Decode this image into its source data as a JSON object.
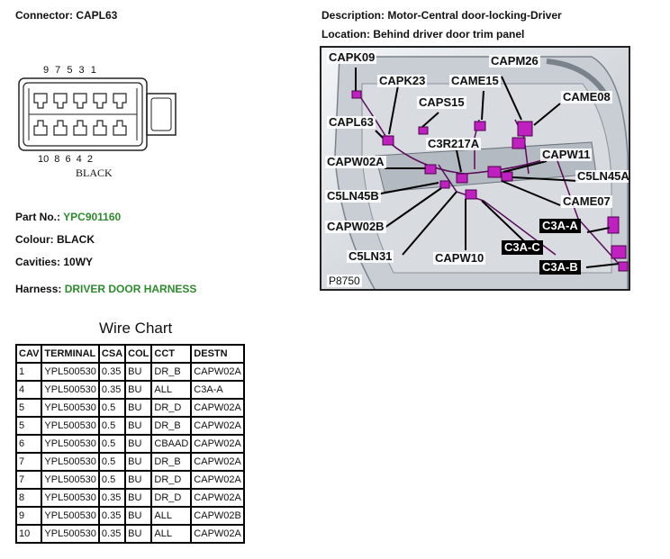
{
  "header": {
    "connector": "Connector: CAPL63",
    "description": "Description: Motor-Central door-locking-Driver",
    "location": "Location: Behind driver door trim panel"
  },
  "pinout": {
    "top_numbers": "9  7  5 3  1",
    "bottom_numbers": "10  8 6   4   2",
    "color_label": "BLACK"
  },
  "details": {
    "part_no_label": "Part No.:",
    "part_no_value": "YPC901160",
    "colour": "Colour: BLACK",
    "cavities": "Cavities: 10WY",
    "harness_label": "Harness:",
    "harness_value": "DRIVER DOOR HARNESS",
    "accent_green": "#2e8b2e"
  },
  "wire_chart": {
    "title": "Wire Chart",
    "columns": [
      "CAV",
      "TERMINAL",
      "CSA",
      "COL",
      "CCT",
      "DESTN"
    ],
    "rows": [
      [
        "1",
        "YPL500530",
        "0.35",
        "BU",
        "DR_B",
        "CAPW02A"
      ],
      [
        "4",
        "YPL500530",
        "0.35",
        "BU",
        "ALL",
        "C3A-A"
      ],
      [
        "5",
        "YPL500530",
        "0.5",
        "BU",
        "DR_D",
        "CAPW02A"
      ],
      [
        "5",
        "YPL500530",
        "0.5",
        "BU",
        "DR_B",
        "CAPW02A"
      ],
      [
        "6",
        "YPL500530",
        "0.5",
        "BU",
        "CBAAD",
        "CAPW02A"
      ],
      [
        "7",
        "YPL500530",
        "0.5",
        "BU",
        "DR_B",
        "CAPW02A"
      ],
      [
        "7",
        "YPL500530",
        "0.5",
        "BU",
        "DR_D",
        "CAPW02A"
      ],
      [
        "8",
        "YPL500530",
        "0.35",
        "BU",
        "DR_D",
        "CAPW02A"
      ],
      [
        "9",
        "YPL500530",
        "0.35",
        "BU",
        "ALL",
        "CAPW02B"
      ],
      [
        "10",
        "YPL500530",
        "0.35",
        "BU",
        "ALL",
        "CAPW02A"
      ]
    ]
  },
  "location_photo": {
    "ref": "P8750",
    "labels": {
      "capk09": "CAPK09",
      "capm26": "CAPM26",
      "capk23": "CAPK23",
      "came15": "CAME15",
      "came08": "CAME08",
      "caps15": "CAPS15",
      "capl63": "CAPL63",
      "c3r217a": "C3R217A",
      "capw11": "CAPW11",
      "capw02a": "CAPW02A",
      "c5ln45a": "C5LN45A",
      "c5ln45b": "C5LN45B",
      "came07": "CAME07",
      "capw02b": "CAPW02B",
      "c3a_a": "C3A-A",
      "c3a_c": "C3A-C",
      "c5ln31": "C5LN31",
      "capw10": "CAPW10",
      "c3a_b": "C3A-B"
    },
    "connector_color": "#c020c0"
  }
}
